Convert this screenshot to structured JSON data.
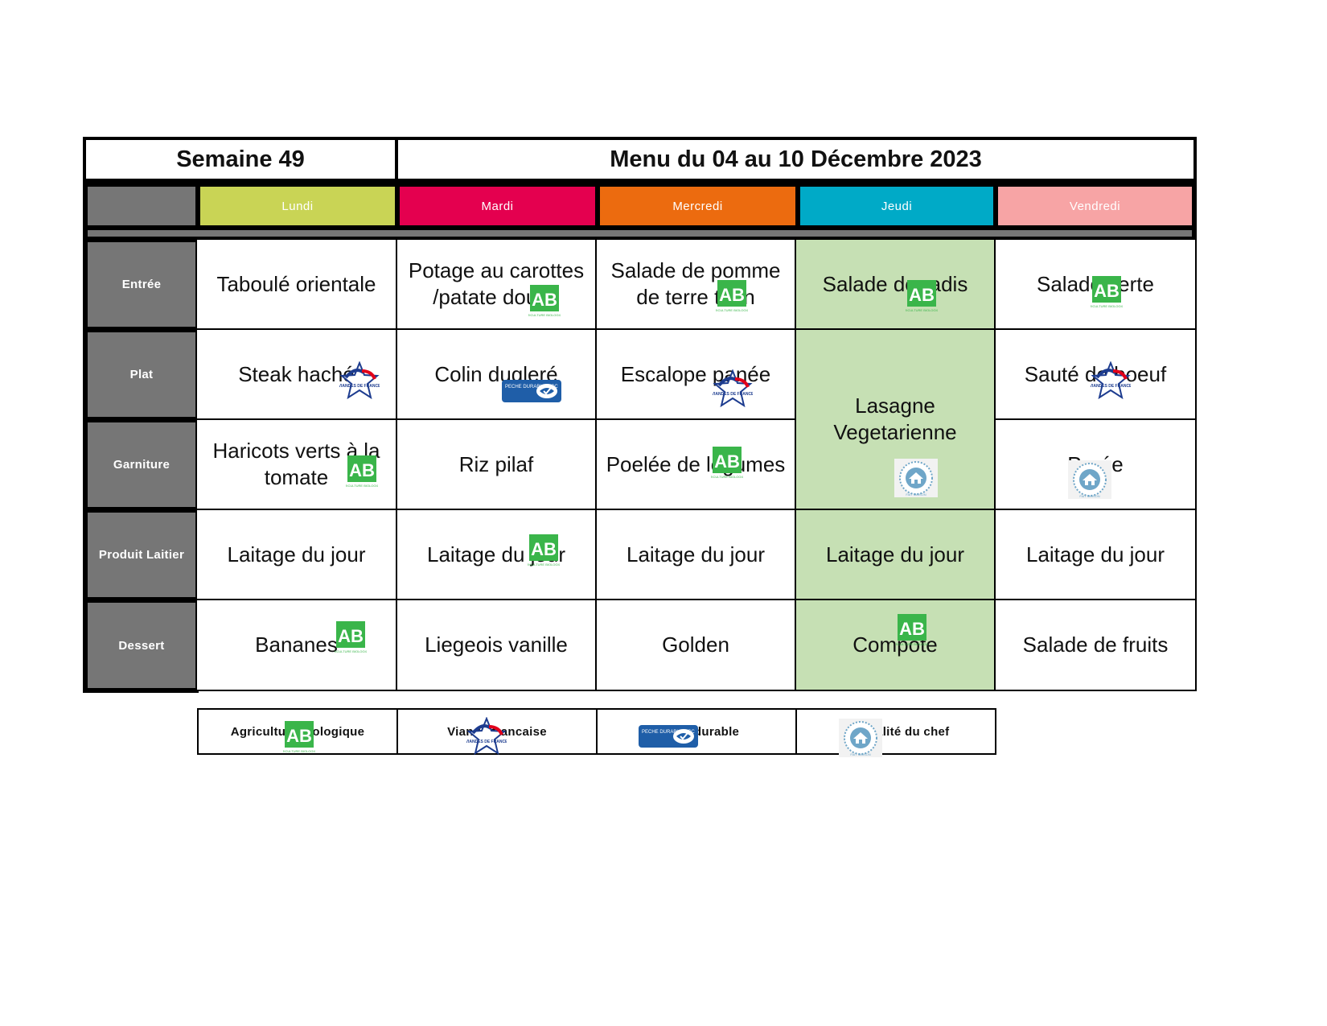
{
  "header": {
    "week": "Semaine 49",
    "title": "Menu du 04 au 10 Décembre 2023"
  },
  "days": [
    {
      "label": "Lundi",
      "color": "#c9d455"
    },
    {
      "label": "Mardi",
      "color": "#e4004f"
    },
    {
      "label": "Mercredi",
      "color": "#ec6b0f"
    },
    {
      "label": "Jeudi",
      "color": "#00aac7"
    },
    {
      "label": "Vendredi",
      "color": "#f7a4a5"
    }
  ],
  "rows": [
    "Entrée",
    "Plat",
    "Garniture",
    "Produit Laitier",
    "Dessert"
  ],
  "menu": {
    "entree": [
      "Taboulé orientale",
      "Potage au carottes /patate douce",
      "Salade de pomme de terre thon",
      "Salade de radis",
      "Salade verte"
    ],
    "plat": [
      "Steak haché",
      "Colin dugleré",
      "Escalope panée",
      "Lasagne Vegetarienne",
      "Sauté de boeuf"
    ],
    "garniture": [
      "Haricots verts à la tomate",
      "Riz pilaf",
      "Poelée de légumes",
      "",
      "Purée"
    ],
    "laitier": [
      "Laitage du jour",
      "Laitage du jour",
      "Laitage du jour",
      "Laitage du jour",
      "Laitage du jour"
    ],
    "dessert": [
      "Bananes",
      "Liegeois vanille",
      "Golden",
      "Compote",
      "Salade de fruits"
    ]
  },
  "legend": [
    {
      "label": "Agriculture biologique",
      "icon": "ab-organic-icon"
    },
    {
      "label": "Viande francaise",
      "icon": "viandes-de-france-icon"
    },
    {
      "label": "Peche durable",
      "icon": "msc-fish-icon"
    },
    {
      "label": "Specialité du chef",
      "icon": "fait-maison-icon"
    }
  ],
  "badge_text": {
    "ab_big": "AB",
    "ab_small": "AGRICULTURE BIOLOGIQUE",
    "viandes": "VIANDES DE FRANCE",
    "msc": "PECHE DURABLE MSC",
    "chef": "FAIT MAISON"
  },
  "colors": {
    "row_label_bg": "#767676",
    "highlight_green": "#c6e0b4",
    "ab_green": "#3ab54a",
    "msc_blue": "#1f5ea8"
  }
}
